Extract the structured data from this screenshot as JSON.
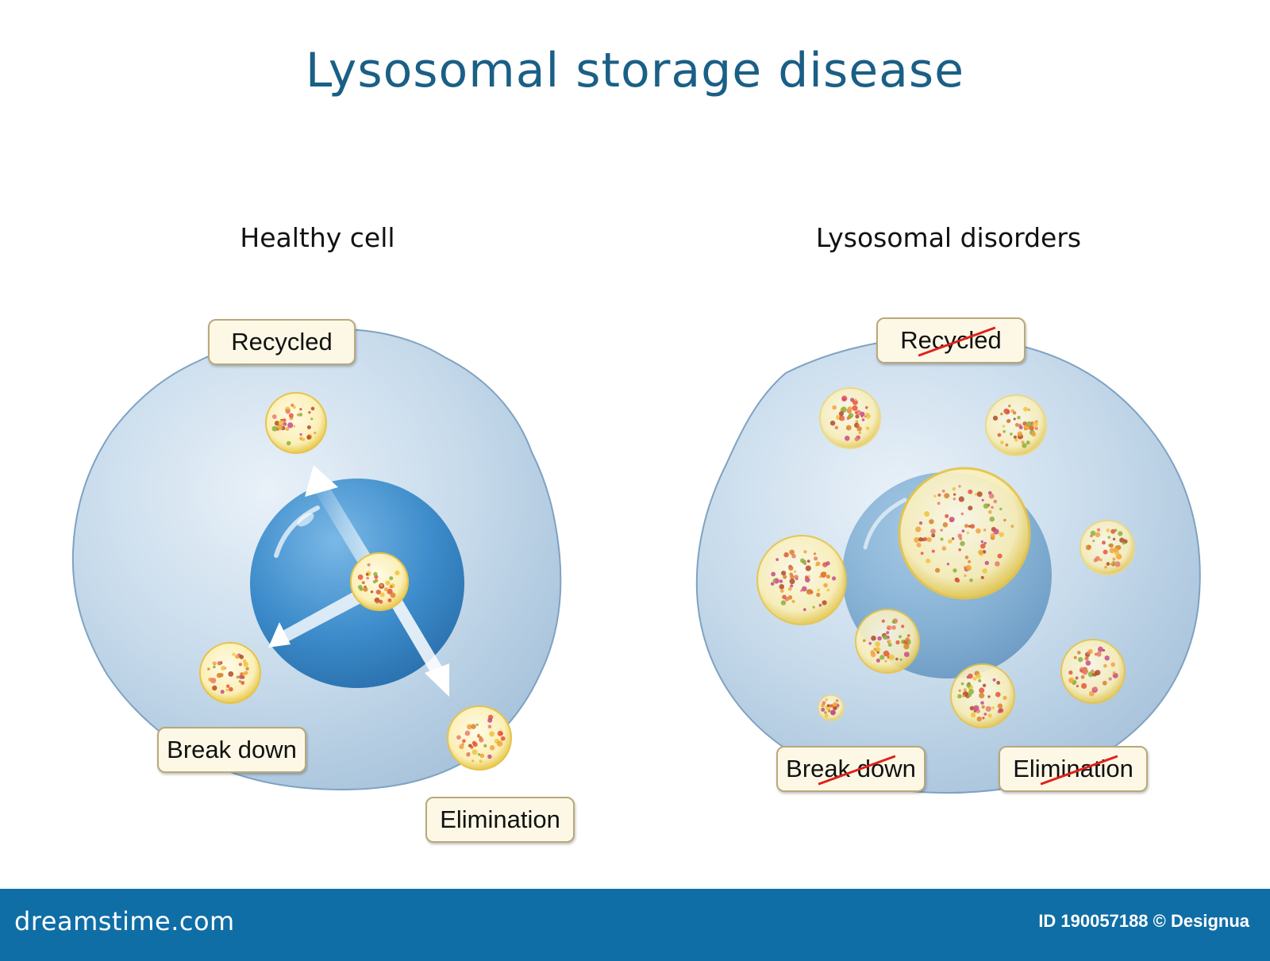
{
  "title": "Lysosomal storage disease",
  "panels": {
    "healthy": {
      "heading": "Healthy cell",
      "labels": {
        "recycled": "Recycled",
        "break_down": "Break down",
        "elimination": "Elimination"
      }
    },
    "disorder": {
      "heading": "Lysosomal disorders",
      "labels": {
        "recycled": "Recycled",
        "break_down": "Break down",
        "elimination": "Elimination"
      }
    }
  },
  "footer": {
    "brand": "dreamstime.com",
    "credit": "ID 190057188 © Designua"
  },
  "colors": {
    "title": "#1a5f86",
    "cell_fill": "#c3d9ea",
    "nucleus": "#3b8cc8",
    "lysosome": "#f4e7a2",
    "strike": "#e0201c",
    "footer": "#0f6ea6"
  }
}
